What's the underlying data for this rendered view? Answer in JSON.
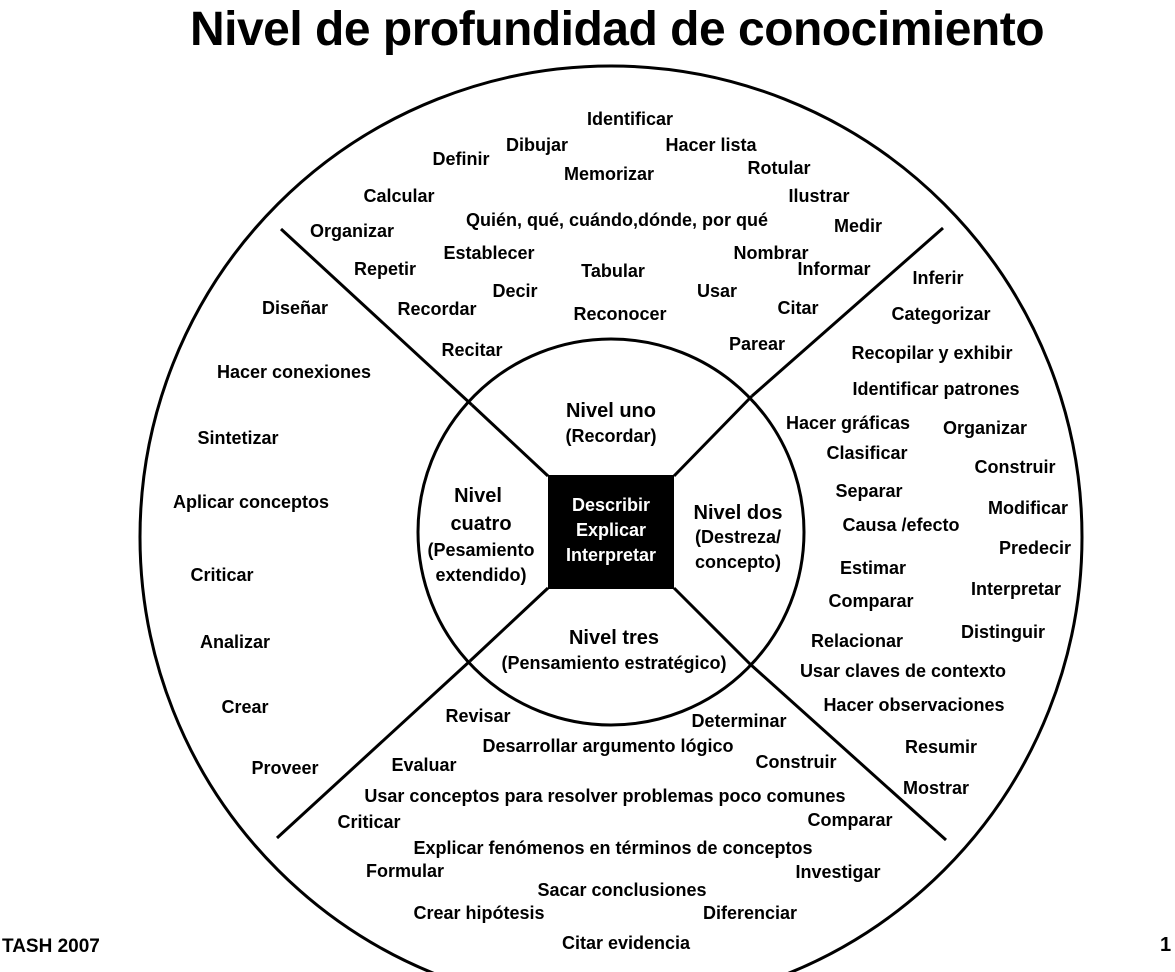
{
  "title": "Nivel de profundidad de conocimiento",
  "center_box": [
    "Describir",
    "Explicar",
    "Interpretar"
  ],
  "levels": {
    "uno": {
      "lines": [
        "Nivel uno",
        "(Recordar)"
      ]
    },
    "dos": {
      "lines": [
        "Nivel dos",
        "(Destreza/",
        "concepto)"
      ]
    },
    "tres": {
      "lines": [
        "Nivel tres",
        "(Pensamiento estratégico)"
      ]
    },
    "cuatro": {
      "lines": [
        "Nivel",
        "cuatro",
        "(Pesamiento",
        "extendido)"
      ]
    }
  },
  "words": {
    "uno": [
      "Identificar",
      "Dibujar",
      "Hacer lista",
      "Definir",
      "Memorizar",
      "Rotular",
      "Calcular",
      "Ilustrar",
      "Quién, qué, cuándo,dónde, por qué",
      "Medir",
      "Organizar",
      "Establecer",
      "Nombrar",
      "Repetir",
      "Tabular",
      "Informar",
      "Decir",
      "Usar",
      "Recordar",
      "Citar",
      "Reconocer",
      "Recitar",
      "Parear"
    ],
    "dos": [
      "Inferir",
      "Categorizar",
      "Recopilar y exhibir",
      "Identificar patrones",
      "Hacer gráficas",
      "Organizar",
      "Clasificar",
      "Construir",
      "Separar",
      "Modificar",
      "Causa /efecto",
      "Predecir",
      "Estimar",
      "Interpretar",
      "Comparar",
      "Distinguir",
      "Relacionar",
      "Usar claves de contexto",
      "Hacer observaciones",
      "Resumir",
      "Mostrar"
    ],
    "tres": [
      "Revisar",
      "Determinar",
      "Desarrollar argumento lógico",
      "Evaluar",
      "Construir",
      "Usar conceptos para resolver problemas poco comunes",
      "Criticar",
      "Comparar",
      "Explicar fenómenos en términos de conceptos",
      "Formular",
      "Investigar",
      "Sacar conclusiones",
      "Crear hipótesis",
      "Diferenciar",
      "Citar evidencia"
    ],
    "cuatro": [
      "Diseñar",
      "Hacer conexiones",
      "Sintetizar",
      "Aplicar conceptos",
      "Criticar",
      "Analizar",
      "Crear",
      "Proveer"
    ]
  },
  "footer": {
    "left": "TASH 2007",
    "right": "1"
  }
}
